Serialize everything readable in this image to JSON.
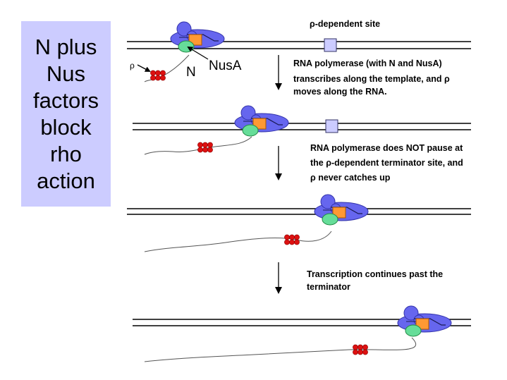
{
  "title": {
    "lines": [
      "N plus",
      "Nus",
      "factors",
      "block",
      "rho",
      "action"
    ]
  },
  "labels": {
    "rho": "ρ",
    "n": "N",
    "nusa": "NusA",
    "site": "ρ-dependent site"
  },
  "steps": [
    {
      "lines": [
        "RNA polymerase (with N and NusA)",
        "transcribes along the template, and ρ",
        "moves along the RNA."
      ]
    },
    {
      "lines": [
        "RNA polymerase does NOT pause at",
        "the ρ-dependent terminator site, and",
        "ρ never catches up"
      ]
    },
    {
      "lines": [
        "Transcription continues past the",
        "terminator"
      ]
    }
  ],
  "colors": {
    "title_bg": "#ccccff",
    "polymerase": "#6666ee",
    "n_protein": "#ff9933",
    "nusa_protein": "#66dd99",
    "rho": "#dd1111",
    "site_box": "#ccccff"
  }
}
